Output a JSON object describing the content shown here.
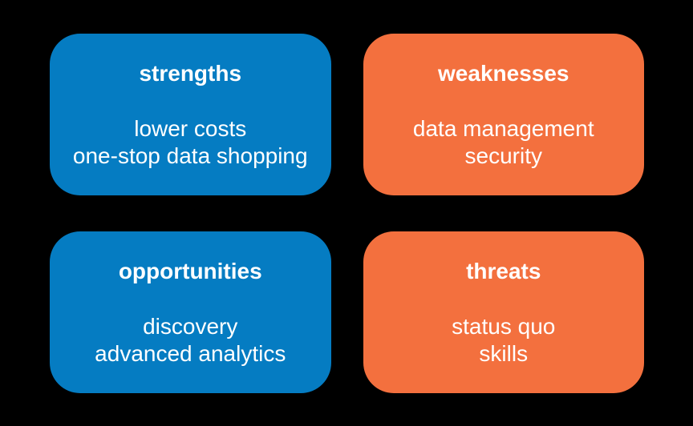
{
  "colors": {
    "background": "#000000",
    "blue": "#057cc2",
    "orange": "#f3703e",
    "text": "#ffffff"
  },
  "quadrants": [
    {
      "id": "strengths",
      "title": "strengths",
      "color": "#057cc2",
      "lines": [
        "lower costs",
        "one-stop data shopping"
      ]
    },
    {
      "id": "weaknesses",
      "title": "weaknesses",
      "color": "#f3703e",
      "lines": [
        "data management",
        "security"
      ]
    },
    {
      "id": "opportunities",
      "title": "opportunities",
      "color": "#057cc2",
      "lines": [
        "discovery",
        "advanced analytics"
      ]
    },
    {
      "id": "threats",
      "title": "threats",
      "color": "#f3703e",
      "lines": [
        "status quo",
        "skills"
      ]
    }
  ]
}
